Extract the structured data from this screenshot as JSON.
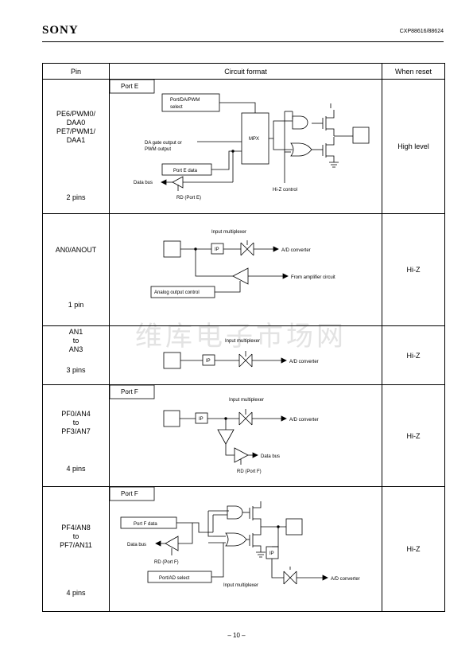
{
  "header": {
    "brand": "SONY",
    "part_number": "CXP88616/88624"
  },
  "table": {
    "headers": {
      "pin": "Pin",
      "circuit": "Circuit format",
      "reset": "When reset"
    },
    "rows": [
      {
        "pin_lines": [
          "PE6/PWM0/",
          "DAA0",
          "PE7/PWM1/",
          "DAA1"
        ],
        "count": "2 pins",
        "reset": "High level",
        "labels": {
          "port": "Port E",
          "sel1": "Port/DA/PWM",
          "sel2": "select",
          "da1": "DA gate output or",
          "da2": "PWM output",
          "data": "Port E data",
          "mpx": "MPX",
          "bus": "Data bus",
          "rd": "RD (Port E)",
          "hiz": "Hi-Z control"
        }
      },
      {
        "pin_lines": [
          "AN0/ANOUT"
        ],
        "count": "1 pin",
        "reset": "Hi-Z",
        "labels": {
          "mux": "Input multiplexer",
          "ip": "IP",
          "adc": "A/D converter",
          "amp": "From amplifier circuit",
          "ctrl": "Analog output control"
        }
      },
      {
        "pin_lines": [
          "AN1",
          "to",
          "AN3"
        ],
        "count": "3 pins",
        "reset": "Hi-Z",
        "labels": {
          "mux": "Input multiplexer",
          "ip": "IP",
          "adc": "A/D converter"
        }
      },
      {
        "pin_lines": [
          "PF0/AN4",
          "to",
          "PF3/AN7"
        ],
        "count": "4 pins",
        "reset": "Hi-Z",
        "labels": {
          "port": "Port F",
          "mux": "Input multiplexer",
          "ip": "IP",
          "adc": "A/D converter",
          "bus": "Data bus",
          "rd": "RD (Port F)"
        }
      },
      {
        "pin_lines": [
          "PF4/AN8",
          "to",
          "PF7/AN11"
        ],
        "count": "4 pins",
        "reset": "Hi-Z",
        "labels": {
          "port": "Port F",
          "data": "Port F data",
          "bus": "Data bus",
          "rd": "RD (Port F)",
          "sel": "Port/AD select",
          "ip": "IP",
          "mux": "Input multiplexer",
          "adc": "A/D converter"
        }
      }
    ]
  },
  "watermark": "维库电子市场网",
  "footer": {
    "page": "– 10 –"
  }
}
